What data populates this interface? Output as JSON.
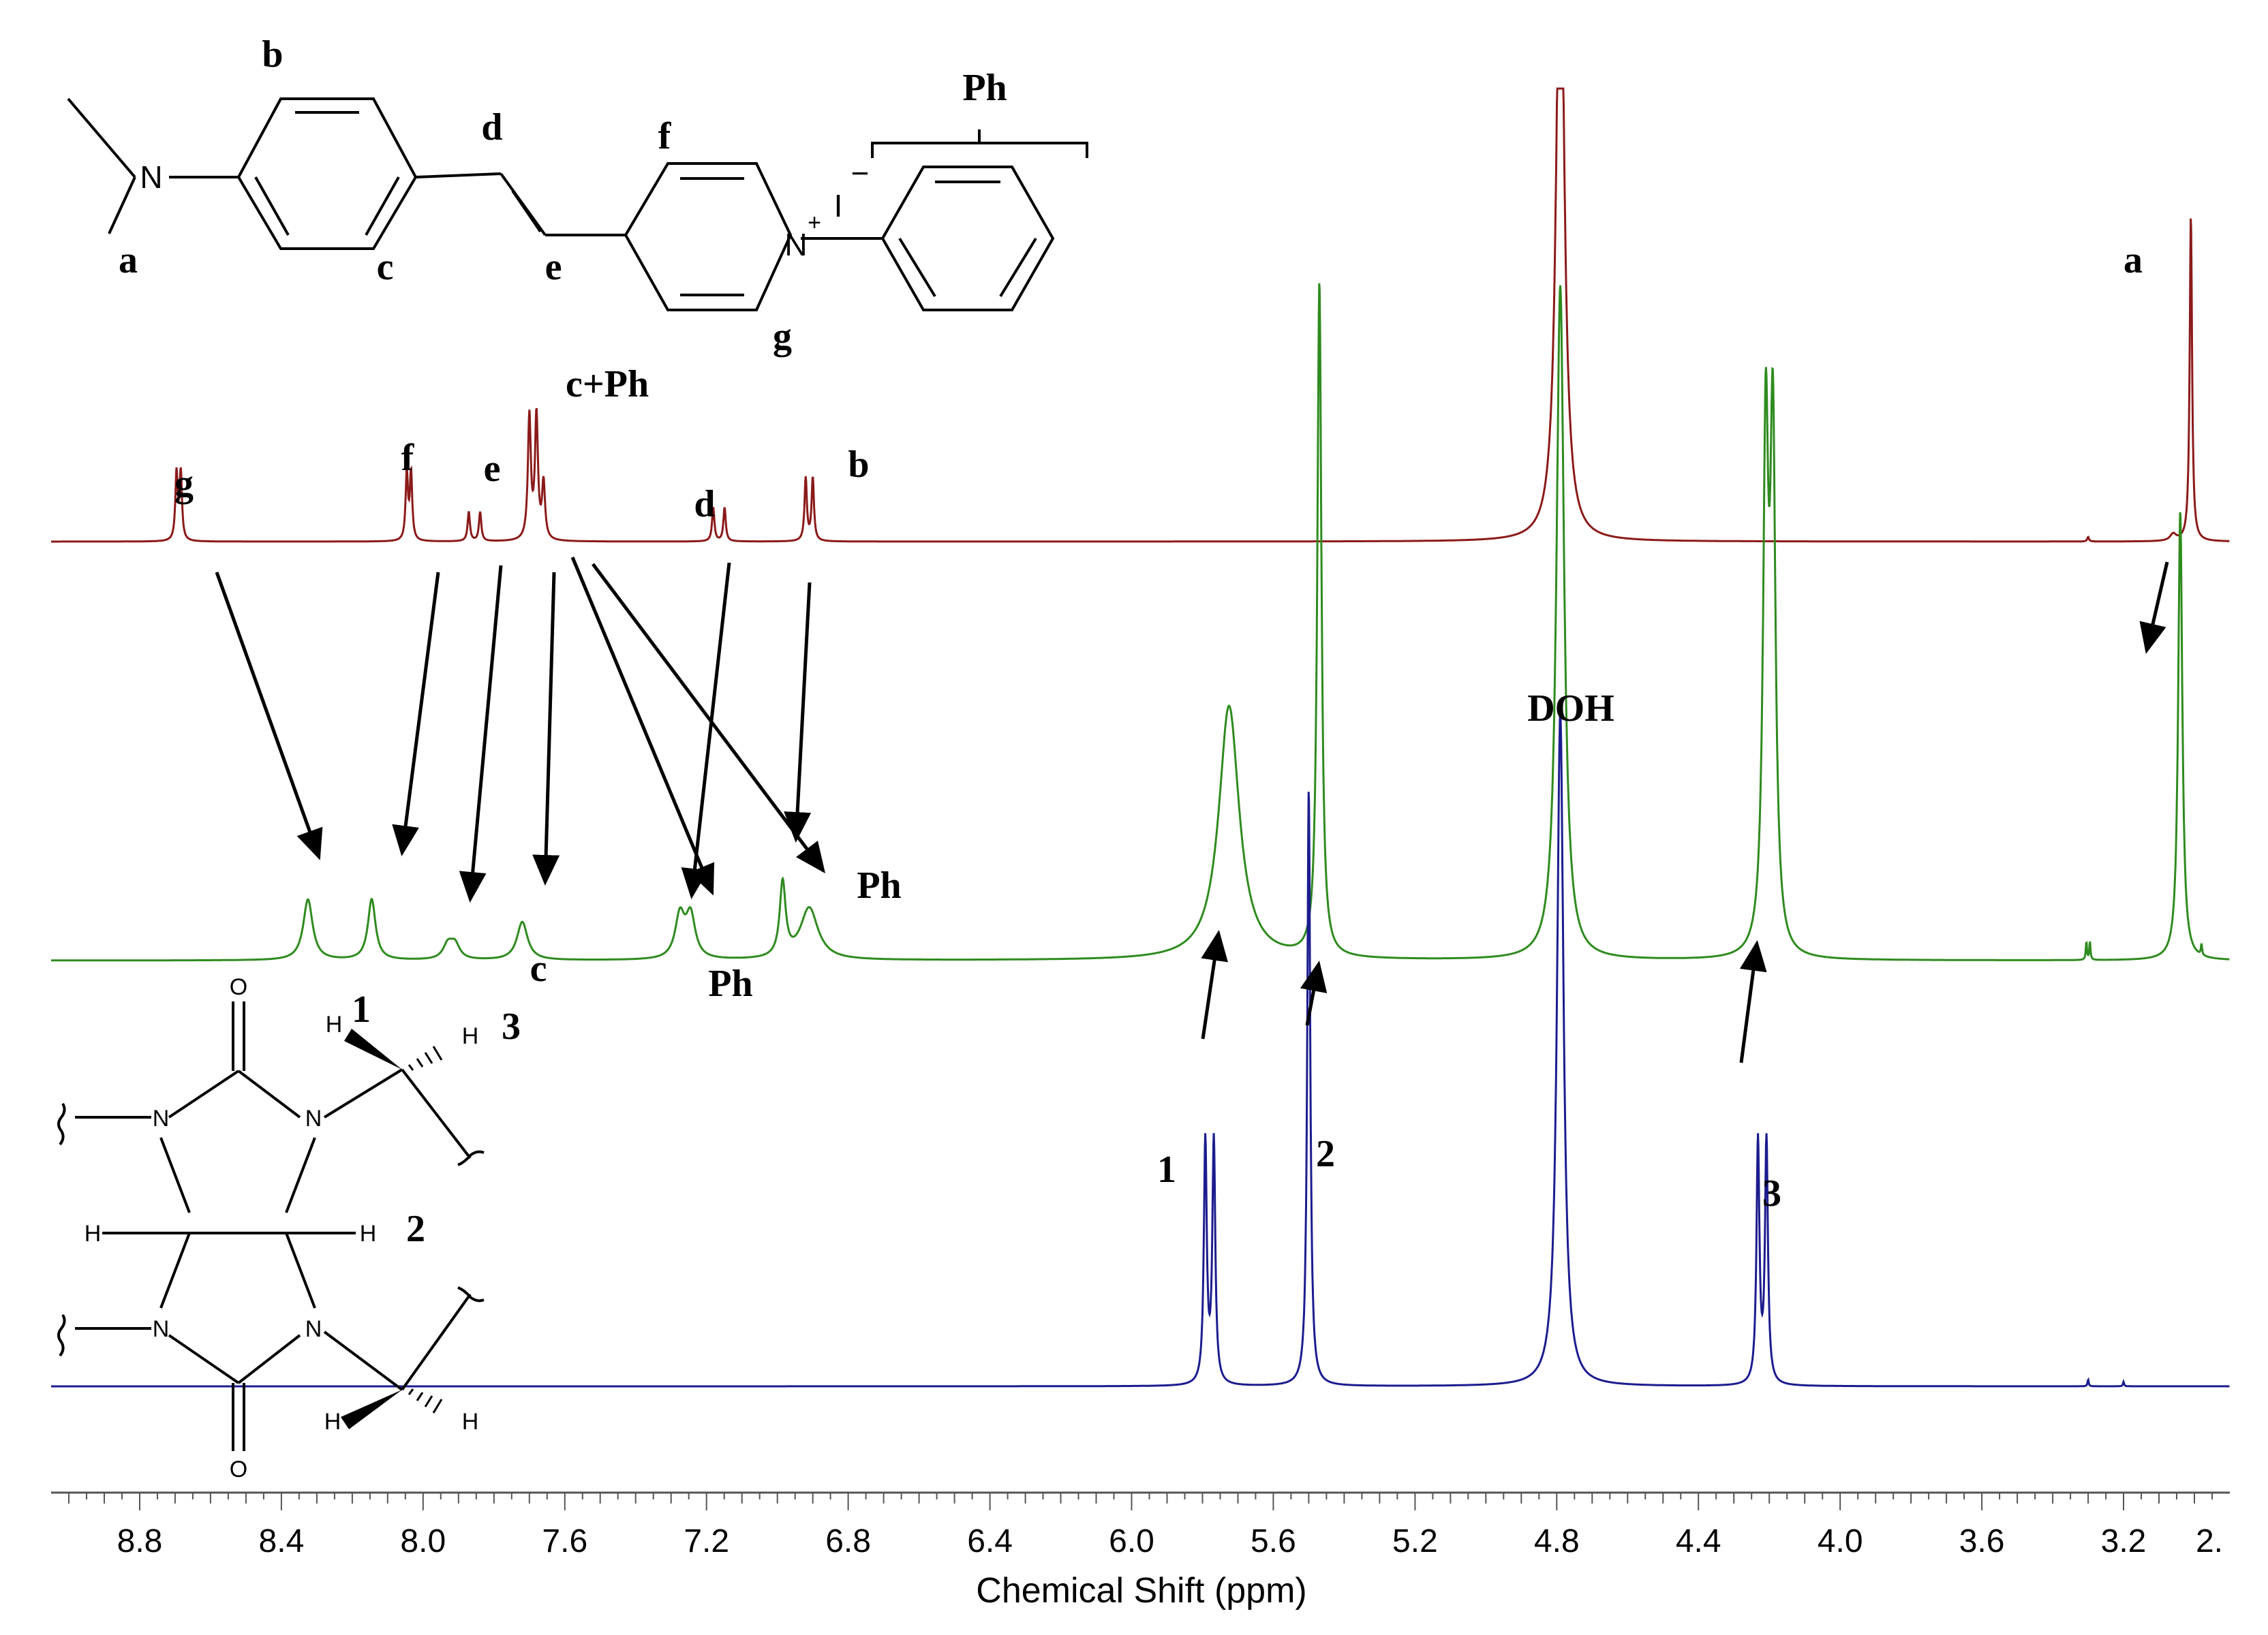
{
  "chart_data": {
    "type": "line",
    "title": "",
    "xlabel": "Chemical Shift (ppm)",
    "ylabel": "",
    "xlim": [
      9.05,
      2.9
    ],
    "x_ticks": [
      8.8,
      8.4,
      8.0,
      7.6,
      7.2,
      6.8,
      6.4,
      6.0,
      5.6,
      5.2,
      4.8,
      4.4,
      4.0,
      3.6,
      3.2
    ],
    "x_tick_labels": [
      "8.8",
      "8.4",
      "8.0",
      "7.6",
      "7.2",
      "6.8",
      "6.4",
      "6.0",
      "5.6",
      "5.2",
      "4.8",
      "4.4",
      "4.0",
      "3.6",
      "3.2",
      "2."
    ],
    "series": [
      {
        "color": "#8B1A1A",
        "peaks": [
          {
            "x": 8.69,
            "h": 0.3,
            "w": 0.004,
            "split": 0.012
          },
          {
            "x": 8.04,
            "h": 0.3,
            "w": 0.004,
            "split": 0.012
          },
          {
            "x": 7.855,
            "h": 0.13,
            "w": 0.004,
            "split": 0.032
          },
          {
            "x": 7.69,
            "h": 0.55,
            "w": 0.005,
            "split": 0.02
          },
          {
            "x": 7.66,
            "h": 0.25,
            "w": 0.005,
            "split": 0.0
          },
          {
            "x": 7.165,
            "h": 0.15,
            "w": 0.004,
            "split": 0.032
          },
          {
            "x": 6.91,
            "h": 0.28,
            "w": 0.004,
            "split": 0.02
          },
          {
            "x": 4.79,
            "h": 3.0,
            "w": 0.013,
            "split": 0.0
          },
          {
            "x": 3.01,
            "h": 1.45,
            "w": 0.004,
            "split": 0.0
          },
          {
            "x": 3.06,
            "h": 0.03,
            "w": 0.01,
            "split": 0.0
          },
          {
            "x": 3.3,
            "h": 0.02,
            "w": 0.003,
            "split": 0.0
          }
        ]
      },
      {
        "color": "#2E8B1E",
        "peaks": [
          {
            "x": 8.325,
            "h": 0.27,
            "w": 0.016,
            "split": 0.0
          },
          {
            "x": 8.145,
            "h": 0.27,
            "w": 0.013,
            "split": 0.0
          },
          {
            "x": 7.92,
            "h": 0.065,
            "w": 0.016,
            "split": 0.02
          },
          {
            "x": 7.72,
            "h": 0.17,
            "w": 0.018,
            "split": 0.0
          },
          {
            "x": 7.26,
            "h": 0.19,
            "w": 0.016,
            "split": 0.03
          },
          {
            "x": 6.985,
            "h": 0.33,
            "w": 0.01,
            "split": 0.0
          },
          {
            "x": 6.91,
            "h": 0.23,
            "w": 0.03,
            "split": 0.0
          },
          {
            "x": 5.725,
            "h": 1.13,
            "w": 0.035,
            "split": 0.0
          },
          {
            "x": 5.47,
            "h": 3.0,
            "w": 0.007,
            "split": 0.0
          },
          {
            "x": 4.79,
            "h": 3.0,
            "w": 0.013,
            "split": 0.0
          },
          {
            "x": 4.2,
            "h": 2.25,
            "w": 0.009,
            "split": 0.02
          },
          {
            "x": 3.04,
            "h": 2.0,
            "w": 0.007,
            "split": 0.0
          },
          {
            "x": 3.3,
            "h": 0.08,
            "w": 0.002,
            "split": 0.01
          },
          {
            "x": 2.98,
            "h": 0.05,
            "w": 0.002,
            "split": 0.0
          }
        ]
      },
      {
        "color": "#1C1C8F",
        "peaks": [
          {
            "x": 5.78,
            "h": 1.08,
            "w": 0.005,
            "split": 0.024
          },
          {
            "x": 5.5,
            "h": 2.66,
            "w": 0.005,
            "split": 0.0
          },
          {
            "x": 4.79,
            "h": 3.0,
            "w": 0.011,
            "split": 0.0
          },
          {
            "x": 4.22,
            "h": 1.08,
            "w": 0.005,
            "split": 0.024
          },
          {
            "x": 3.3,
            "h": 0.03,
            "w": 0.002,
            "split": 0.0
          },
          {
            "x": 3.2,
            "h": 0.02,
            "w": 0.002,
            "split": 0.0
          }
        ]
      }
    ]
  },
  "labels": {
    "top": {
      "g": "g",
      "f": "f",
      "e": "e",
      "c_ph": "c+Ph",
      "d": "d",
      "b": "b",
      "a": "a"
    },
    "middle": {
      "c": "c",
      "ph1": "Ph",
      "ph2": "Ph",
      "doh": "DOH"
    },
    "bottom": {
      "one": "1",
      "two": "2",
      "three": "3"
    }
  },
  "dye_structure": {
    "b": "b",
    "d": "d",
    "f": "f",
    "ph": "Ph",
    "a": "a",
    "c": "c",
    "e": "e",
    "g": "g",
    "n_left": "N",
    "n_pyr": "N",
    "plus": "+",
    "iodide": "I",
    "minus": "−"
  },
  "cb_structure": {
    "o_top": "O",
    "o_bottom": "O",
    "n1": "N",
    "n2": "N",
    "n3": "N",
    "n4": "N",
    "h_left": "H",
    "h_right": "H",
    "h1": "H",
    "h3": "H",
    "h_bl": "H",
    "h_br": "H",
    "one": "1",
    "two": "2",
    "three": "3"
  }
}
